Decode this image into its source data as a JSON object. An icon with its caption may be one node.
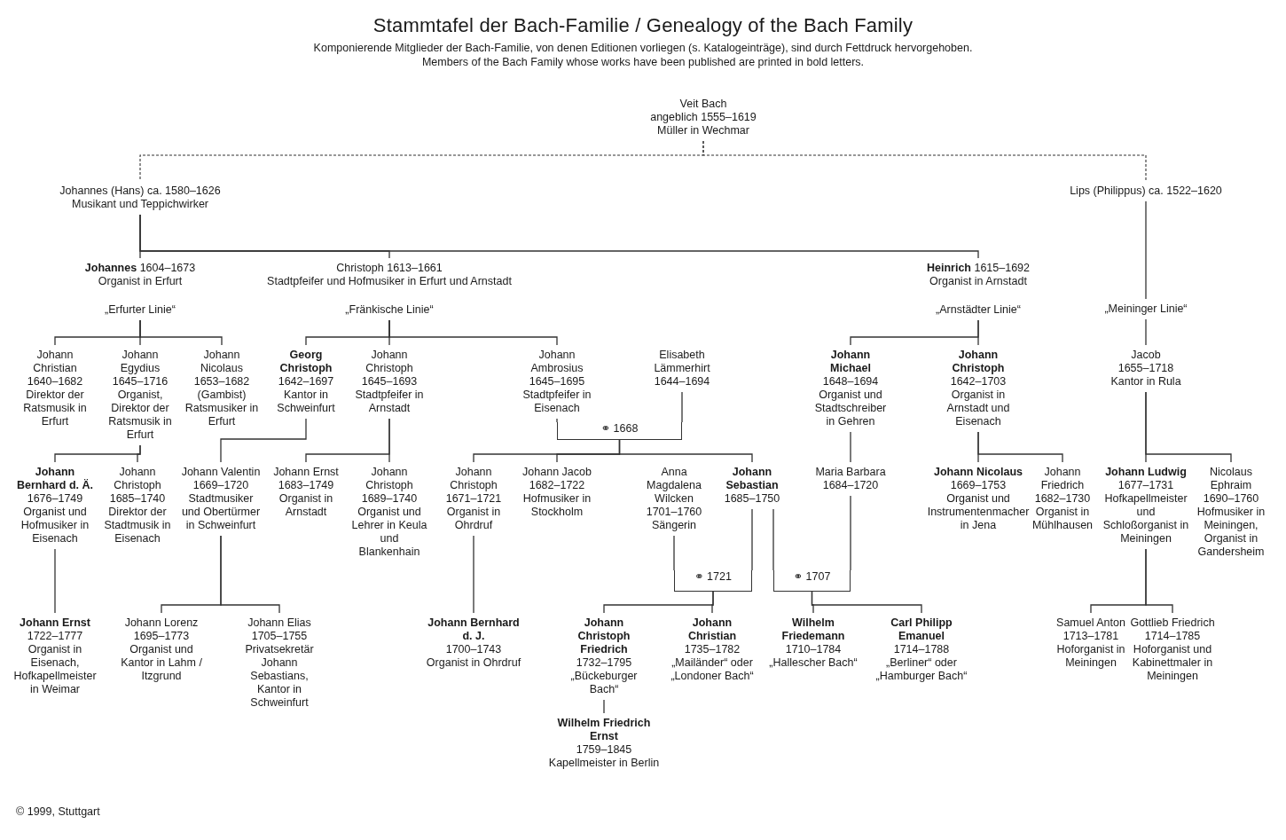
{
  "diagram": {
    "title": "Stammtafel der Bach-Familie / Genealogy of the Bach Family",
    "nodes": [
      {
        "text": [
          "Veit Bach",
          "angeblich 1555–1619",
          "Müller in Wechmar"
        ]
      },
      {
        "text": [
          "Johannes (Hans) ca. 1580–1626",
          "Musikant und Teppichwirker"
        ]
      },
      {
        "text": [
          "Lips (Philippus) ca. 1522–1620"
        ]
      },
      {
        "text": [
          "**Johannes** 1604–1673",
          "Organist in Erfurt"
        ],
        "beside": [
          "„Erfurter Linie“"
        ]
      },
      {
        "text": [
          "Christoph 1613–1661",
          "Stadtpfeifer und Hofmusiker in Erfurt und Arnstadt"
        ],
        "beside": [
          "„Fränkische Linie“"
        ]
      },
      {
        "text": [
          "**Heinrich** 1615–1692",
          "Organist in Arnstadt"
        ],
        "beside": [
          "„Arnstädter Linie“"
        ]
      },
      {
        "text": [
          "„Meininger Linie“"
        ]
      },
      {
        "text": [
          "Johann Christian",
          "1640–1682",
          "Direktor der Ratsmusik in Erfurt"
        ]
      },
      {
        "text": [
          "Johann Egydius",
          "1645–1716",
          "Organist, Direktor der Ratsmusik in Erfurt"
        ]
      },
      {
        "text": [
          "Johann Nicolaus",
          "1653–1682",
          "(Gambist) Ratsmusiker in Erfurt"
        ]
      },
      {
        "text": [
          "Georg Christoph",
          "1642–1697",
          "Kantor in Schweinfurt"
        ]
      },
      {
        "text": [
          "Johann Christoph",
          "1645–1693",
          "Stadtpfeifer in Arnstadt"
        ]
      },
      {
        "text": [
          "Johann Ambrosius",
          "1645–1695",
          "Stadtpfeifer in Eisenach"
        ]
      },
      {
        "text": [
          "Elisabeth Lämmerhirt",
          "1644–1694"
        ]
      },
      {
        "text": [
          "Johann Michael",
          "1648–1694",
          "Organist und Stadtschreiber in Gehren"
        ]
      },
      {
        "text": [
          "Johann Christoph",
          "1642–1703",
          "Organist in Arnstadt und Eisenach"
        ]
      },
      {
        "text": [
          "Jacob",
          "1655–1718",
          "Kantor in Rula"
        ]
      },
      {
        "text": [
          "⚭ 1668"
        ]
      },
      {
        "text": [
          "Johann Bernhard d. Ä.",
          "1676–1749",
          "Organist und Hofmusiker in Eisenach"
        ]
      },
      {
        "text": [
          "Johann Christoph",
          "1685–1740",
          "Direktor der Stadtmusik in Eisenach"
        ]
      },
      {
        "text": [
          "Johann Valentin",
          "1669–1720",
          "Stadtmusiker und Obertürmer in Schweinfurt"
        ]
      },
      {
        "text": [
          "Johann Ernst",
          "1683–1749",
          "Organist in Arnstadt"
        ]
      },
      {
        "text": [
          "Johann Christoph",
          "1689–1740",
          "Organist und Lehrer in Keula und Blankenhain"
        ]
      },
      {
        "text": [
          "Johann Christoph",
          "1671–1721",
          "Organist in Ohrdruf"
        ]
      },
      {
        "text": [
          "Johann Jacob",
          "1682–1722",
          "Hofmusiker in Stockholm"
        ]
      },
      {
        "text": [
          "Anna Magdalena Wilcken",
          "1701–1760",
          "Sängerin"
        ]
      },
      {
        "text": [
          "Johann Sebastian",
          "1685–1750"
        ]
      },
      {
        "text": [
          "Maria Barbara",
          "1684–1720"
        ]
      },
      {
        "text": [
          "Johann Nicolaus",
          "1669–1753",
          "Organist und Instrumentenmacher in Jena"
        ]
      },
      {
        "text": [
          "Johann Friedrich",
          "1682–1730",
          "Organist in Mühlhausen"
        ]
      },
      {
        "text": [
          "Johann Ludwig",
          "1677–1731",
          "Hofkapellmeister und Schloßorganist in Meiningen"
        ]
      },
      {
        "text": [
          "Nicolaus Ephraim",
          "1690–1760",
          "Hofmusiker in Meiningen, Organist in Gandersheim"
        ]
      },
      {
        "text": [
          "⚭ 1721"
        ]
      },
      {
        "text": [
          "⚭ 1707"
        ]
      },
      {
        "text": [
          "Johann Ernst",
          "1722–1777",
          "Organist in Eisenach, Hofkapellmeister in Weimar"
        ]
      },
      {
        "text": [
          "Johann Lorenz",
          "1695–1773",
          "Organist und Kantor in Lahm / Itzgrund"
        ]
      },
      {
        "text": [
          "Johann Elias",
          "1705–1755",
          "Privatsekretär Johann Sebastians, Kantor in Schweinfurt"
        ]
      },
      {
        "text": [
          "Johann Bernhard d. J.",
          "1700–1743",
          "Organist in Ohrdruf"
        ]
      },
      {
        "text": [
          "Johann Christoph Friedrich",
          "1732–1795",
          "„Bückeburger Bach“"
        ]
      },
      {
        "text": [
          "Johann Christian",
          "1735–1782",
          "„Mailänder“ oder „Londoner Bach“"
        ]
      },
      {
        "text": [
          "Wilhelm Friedemann",
          "1710–1784",
          "„Hallescher Bach“"
        ]
      },
      {
        "text": [
          "Carl Philipp Emanuel",
          "1714–1788",
          "„Berliner“ oder „Hamburger Bach“"
        ]
      },
      {
        "text": [
          "Samuel Anton",
          "1713–1781",
          "Hoforganist in Meiningen"
        ]
      },
      {
        "text": [
          "Gottlieb Friedrich",
          "1714–1785",
          "Hoforganist und Kabinettmaler in Meiningen"
        ]
      },
      {
        "text": [
          "Wilhelm Friedrich Ernst",
          "1759–1845",
          "Kapellmeister in Berlin"
        ]
      }
    ],
    "edges": [
      {
        "from": 0,
        "to": 1,
        "arrow": "none",
        "style": "dashed"
      },
      {
        "from": 0,
        "to": 2,
        "arrow": "none",
        "style": "dashed"
      },
      {
        "from": 1,
        "to": 3,
        "arrow": "none"
      },
      {
        "from": 1,
        "to": 4,
        "arrow": "none"
      },
      {
        "from": 1,
        "to": 5,
        "arrow": "none"
      },
      {
        "from": 2,
        "to": 6,
        "arrow": "none"
      },
      {
        "from": 6,
        "to": 16,
        "arrow": "none"
      },
      {
        "from": 3,
        "to": 7,
        "arrow": "none"
      },
      {
        "from": 3,
        "to": 8,
        "arrow": "none"
      },
      {
        "from": 3,
        "to": 9,
        "arrow": "none"
      },
      {
        "from": 4,
        "to": 10,
        "arrow": "none"
      },
      {
        "from": 4,
        "to": 11,
        "arrow": "none"
      },
      {
        "from": 4,
        "to": 12,
        "arrow": "none"
      },
      {
        "from": 5,
        "to": 14,
        "arrow": "none"
      },
      {
        "from": 5,
        "to": 15,
        "arrow": "none"
      },
      {
        "from": 12,
        "to": 17,
        "arrow": "none"
      },
      {
        "from": 13,
        "to": 17,
        "arrow": "none"
      },
      {
        "from": 8,
        "to": 18,
        "arrow": "none"
      },
      {
        "from": 8,
        "to": 19,
        "arrow": "none"
      },
      {
        "from": 10,
        "to": 20,
        "arrow": "none"
      },
      {
        "from": 11,
        "to": 21,
        "arrow": "none"
      },
      {
        "from": 11,
        "to": 22,
        "arrow": "none"
      },
      {
        "from": 17,
        "to": 23,
        "arrow": "none"
      },
      {
        "from": 17,
        "to": 24,
        "arrow": "none"
      },
      {
        "from": 17,
        "to": 26,
        "arrow": "none"
      },
      {
        "from": 14,
        "to": 27,
        "arrow": "none"
      },
      {
        "from": 15,
        "to": 28,
        "arrow": "none"
      },
      {
        "from": 15,
        "to": 29,
        "arrow": "none"
      },
      {
        "from": 16,
        "to": 30,
        "arrow": "none"
      },
      {
        "from": 16,
        "to": 31,
        "arrow": "none"
      },
      {
        "from": 25,
        "to": 32,
        "arrow": "none"
      },
      {
        "from": 26,
        "to": 32,
        "arrow": "none"
      },
      {
        "from": 26,
        "to": 33,
        "arrow": "none"
      },
      {
        "from": 27,
        "to": 33,
        "arrow": "none"
      },
      {
        "from": 18,
        "to": 34,
        "arrow": "none"
      },
      {
        "from": 20,
        "to": 35,
        "arrow": "none"
      },
      {
        "from": 20,
        "to": 36,
        "arrow": "none"
      },
      {
        "from": 23,
        "to": 37,
        "arrow": "none"
      },
      {
        "from": 32,
        "to": 38,
        "arrow": "none"
      },
      {
        "from": 32,
        "to": 39,
        "arrow": "none"
      },
      {
        "from": 33,
        "to": 40,
        "arrow": "none"
      },
      {
        "from": 33,
        "to": 41,
        "arrow": "none"
      },
      {
        "from": 30,
        "to": 42,
        "arrow": "none"
      },
      {
        "from": 30,
        "to": 43,
        "arrow": "none"
      },
      {
        "from": 38,
        "to": 44,
        "arrow": "none"
      }
    ],
    "labels": [
      "Komponierende Mitglieder der Bach-Familie, von denen Editionen vorliegen (s. Katalogeinträge), sind durch Fettdruck hervorgehoben.",
      "Members of the Bach Family whose works have been published are printed in bold letters.",
      "© 1999, Stuttgart"
    ]
  }
}
